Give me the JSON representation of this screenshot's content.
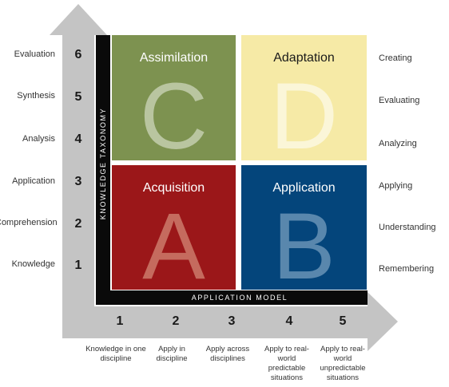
{
  "diagram": {
    "y_axis_title": "KNOWLEDGE TAXONOMY",
    "x_axis_title": "APPLICATION MODEL",
    "quadrants": {
      "C": {
        "title": "Assimilation",
        "letter": "C",
        "color": "#7d9250",
        "letter_color": "#b9c5a0"
      },
      "D": {
        "title": "Adaptation",
        "letter": "D",
        "color": "#f6eaa6",
        "letter_color": "#fbf6d8"
      },
      "A": {
        "title": "Acquisition",
        "letter": "A",
        "color": "#9b1719",
        "letter_color": "#c56b5e"
      },
      "B": {
        "title": "Application",
        "letter": "B",
        "color": "#04457b",
        "letter_color": "#5987ad"
      }
    },
    "y_levels": [
      {
        "num": "6",
        "label": "Evaluation"
      },
      {
        "num": "5",
        "label": "Synthesis"
      },
      {
        "num": "4",
        "label": "Analysis"
      },
      {
        "num": "3",
        "label": "Application"
      },
      {
        "num": "2",
        "label": "Comprehension"
      },
      {
        "num": "1",
        "label": "Knowledge"
      }
    ],
    "right_labels": [
      "Creating",
      "Evaluating",
      "Analyzing",
      "Applying",
      "Understanding",
      "Remembering"
    ],
    "x_levels": [
      {
        "num": "1",
        "desc": "Knowledge in one discipline"
      },
      {
        "num": "2",
        "desc": "Apply in discipline"
      },
      {
        "num": "3",
        "desc": "Apply across disciplines"
      },
      {
        "num": "4",
        "desc": "Apply to real-world predictable situations"
      },
      {
        "num": "5",
        "desc": "Apply to real-world unpredictable situations"
      }
    ],
    "colors": {
      "arrow_gray": "#c4c4c4",
      "axis_black": "#0a0a0a"
    }
  }
}
